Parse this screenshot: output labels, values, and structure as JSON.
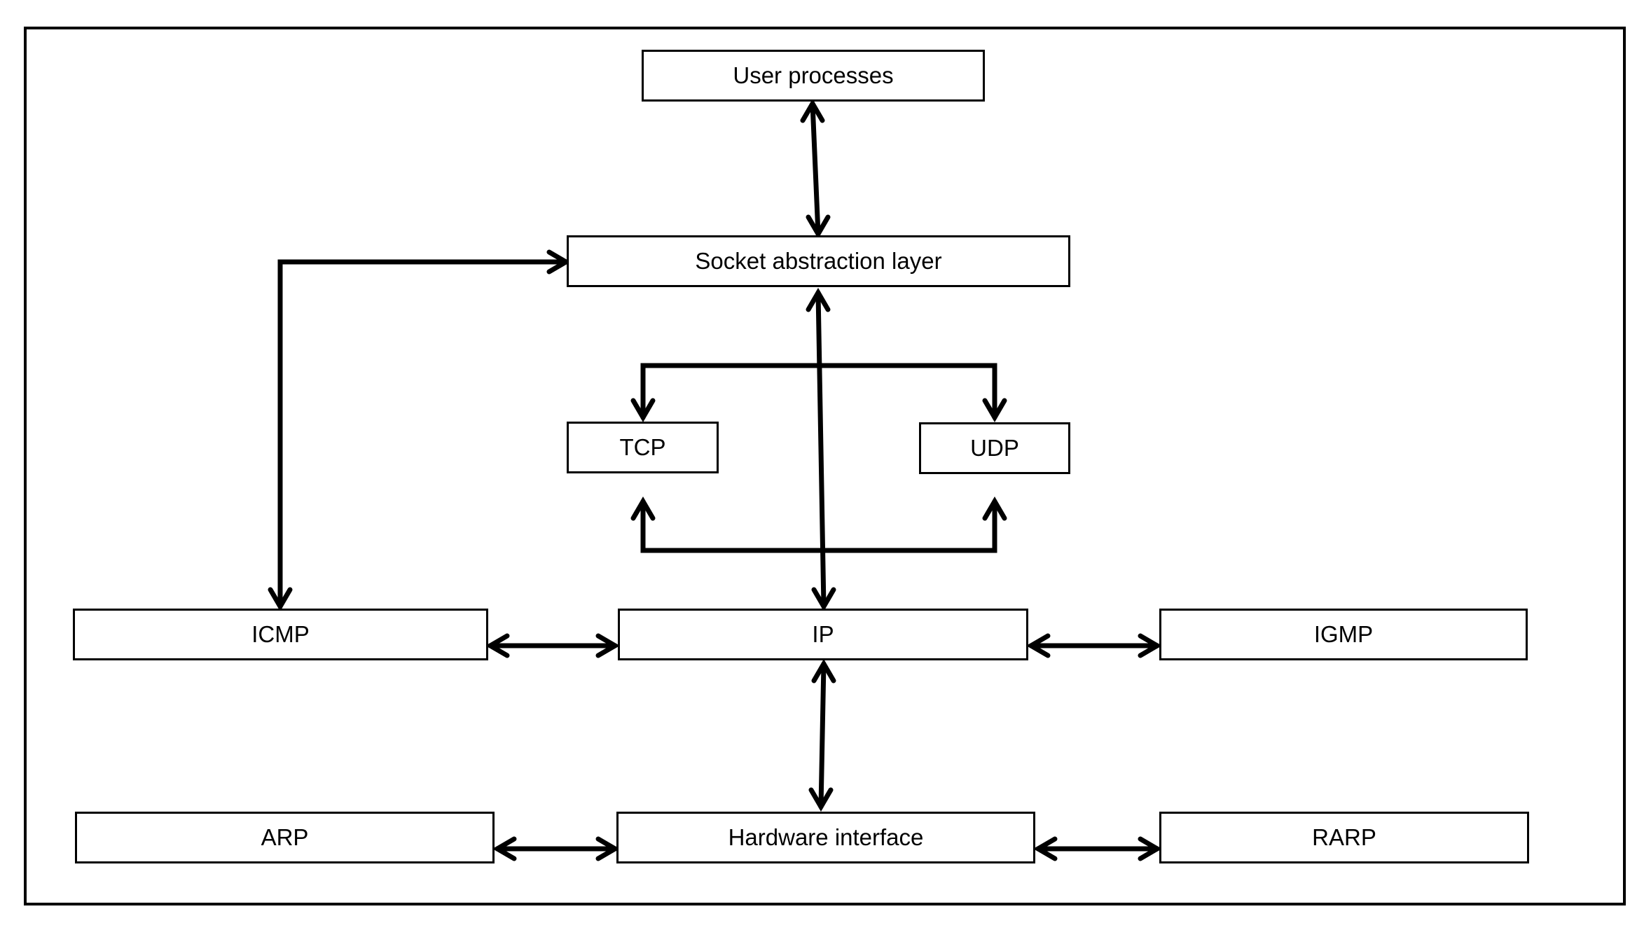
{
  "nodes": {
    "user_processes": "User processes",
    "socket_layer": "Socket abstraction layer",
    "tcp": "TCP",
    "udp": "UDP",
    "icmp": "ICMP",
    "ip": "IP",
    "igmp": "IGMP",
    "arp": "ARP",
    "hardware_interface": "Hardware interface",
    "rarp": "RARP"
  },
  "colors": {
    "line": "#000000",
    "background": "#ffffff"
  }
}
